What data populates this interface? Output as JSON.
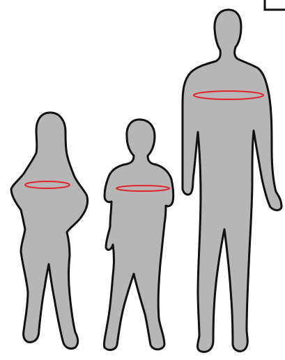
{
  "colors": {
    "background": "#ffffff",
    "silhouette_fill": "#b6b6b7",
    "silhouette_stroke": "#111111",
    "measure_line": "#e0242f"
  },
  "figures": [
    {
      "id": "girl",
      "icon": "girl-silhouette-icon",
      "measure": "chest-measurement-line"
    },
    {
      "id": "boy",
      "icon": "boy-silhouette-icon",
      "measure": "chest-measurement-line"
    },
    {
      "id": "man",
      "icon": "man-silhouette-icon",
      "measure": "chest-measurement-line"
    }
  ],
  "corner_mark": {
    "icon": "corner-bracket-icon"
  }
}
